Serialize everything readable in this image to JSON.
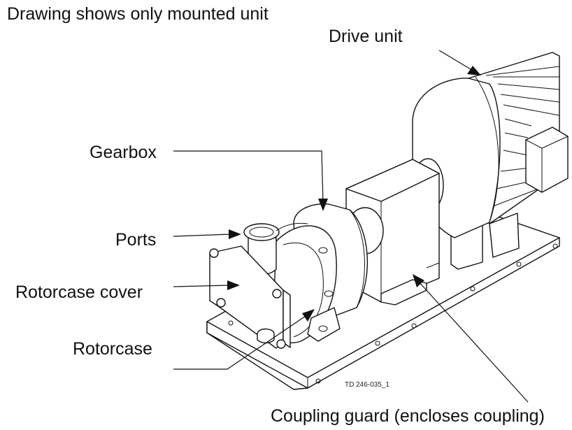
{
  "caption": "Drawing shows only mounted unit",
  "labels": {
    "drive_unit": "Drive unit",
    "gearbox": "Gearbox",
    "ports": "Ports",
    "rotorcase_cover": "Rotorcase cover",
    "rotorcase": "Rotorcase",
    "coupling_guard": "Coupling guard (encloses coupling)"
  },
  "drawing_ref": "TD 246-035_1"
}
